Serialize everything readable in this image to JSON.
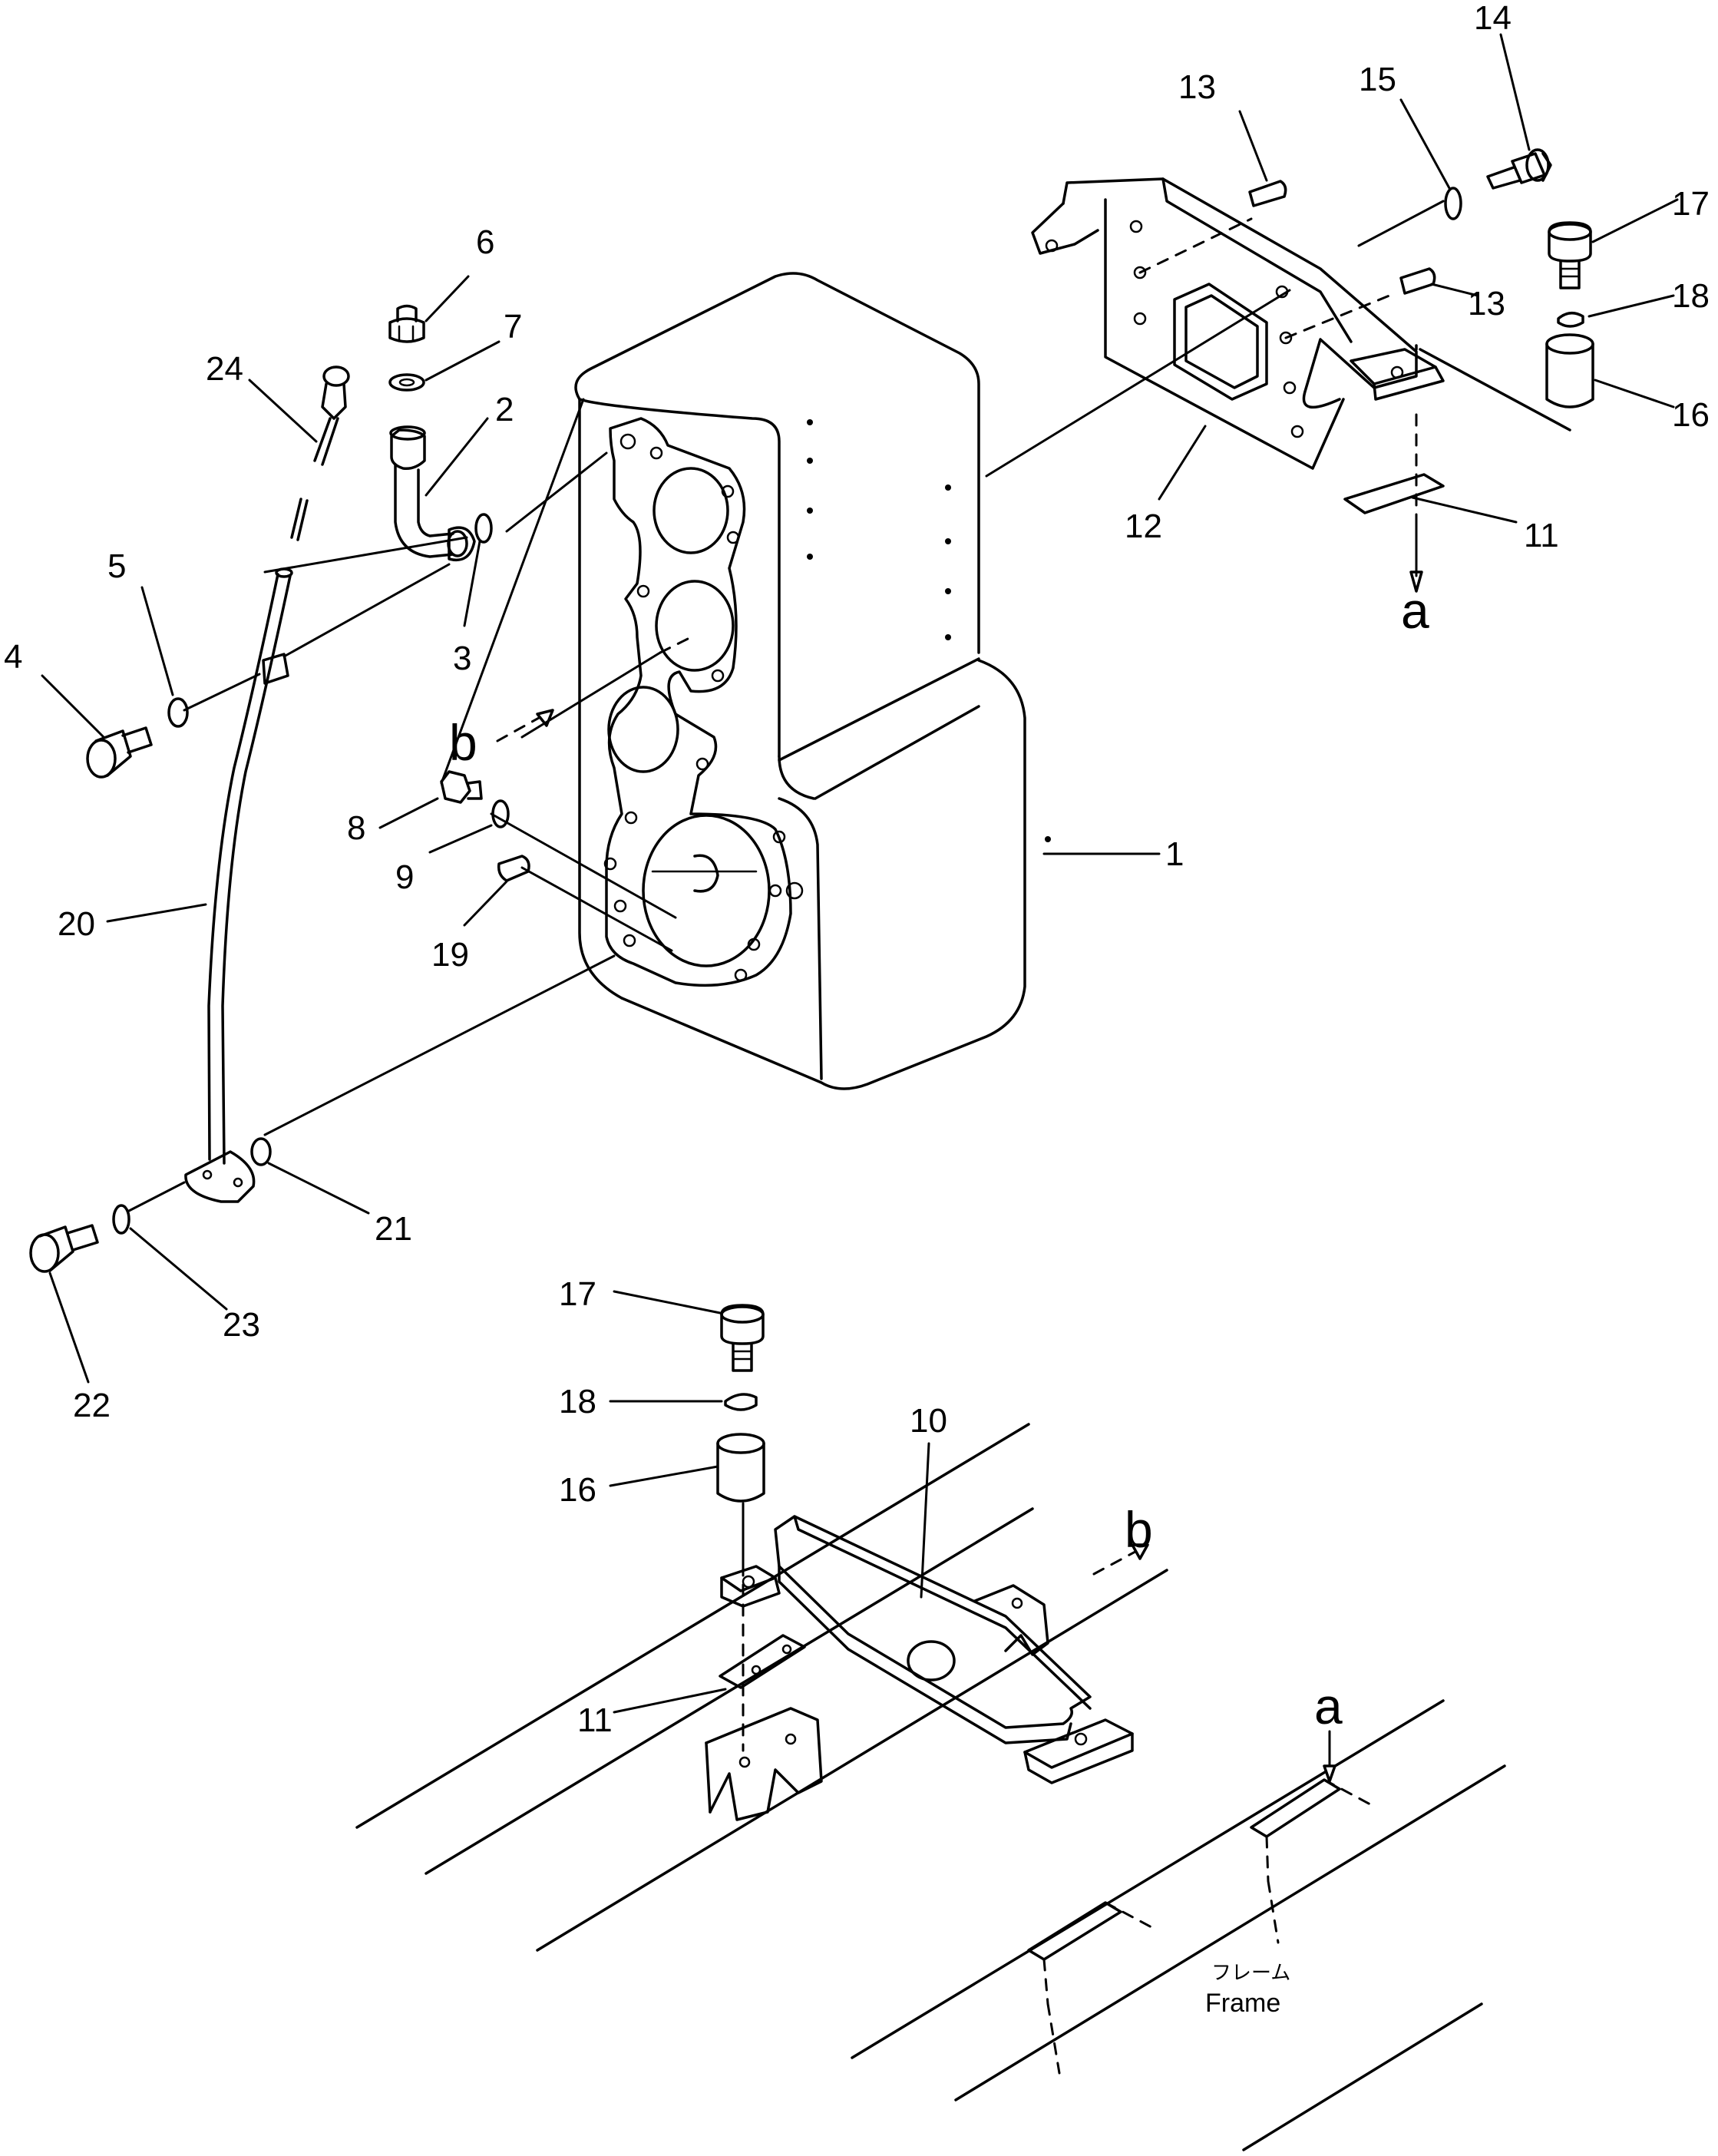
{
  "callouts": {
    "c1": "1",
    "c2": "2",
    "c3": "3",
    "c4": "4",
    "c5": "5",
    "c6": "6",
    "c7": "7",
    "c8": "8",
    "c9": "9",
    "c10": "10",
    "c11a": "11",
    "c11b": "11",
    "c12": "12",
    "c13a": "13",
    "c13b": "13",
    "c14": "14",
    "c15": "15",
    "c16a": "16",
    "c16b": "16",
    "c17a": "17",
    "c17b": "17",
    "c18a": "18",
    "c18b": "18",
    "c19": "19",
    "c20": "20",
    "c21": "21",
    "c22": "22",
    "c23": "23",
    "c24": "24"
  },
  "markers": {
    "a_top": "a",
    "a_frame": "a",
    "b_left": "b",
    "b_bracket": "b"
  },
  "frame_label": {
    "jp": "フレーム",
    "en": "Frame"
  }
}
